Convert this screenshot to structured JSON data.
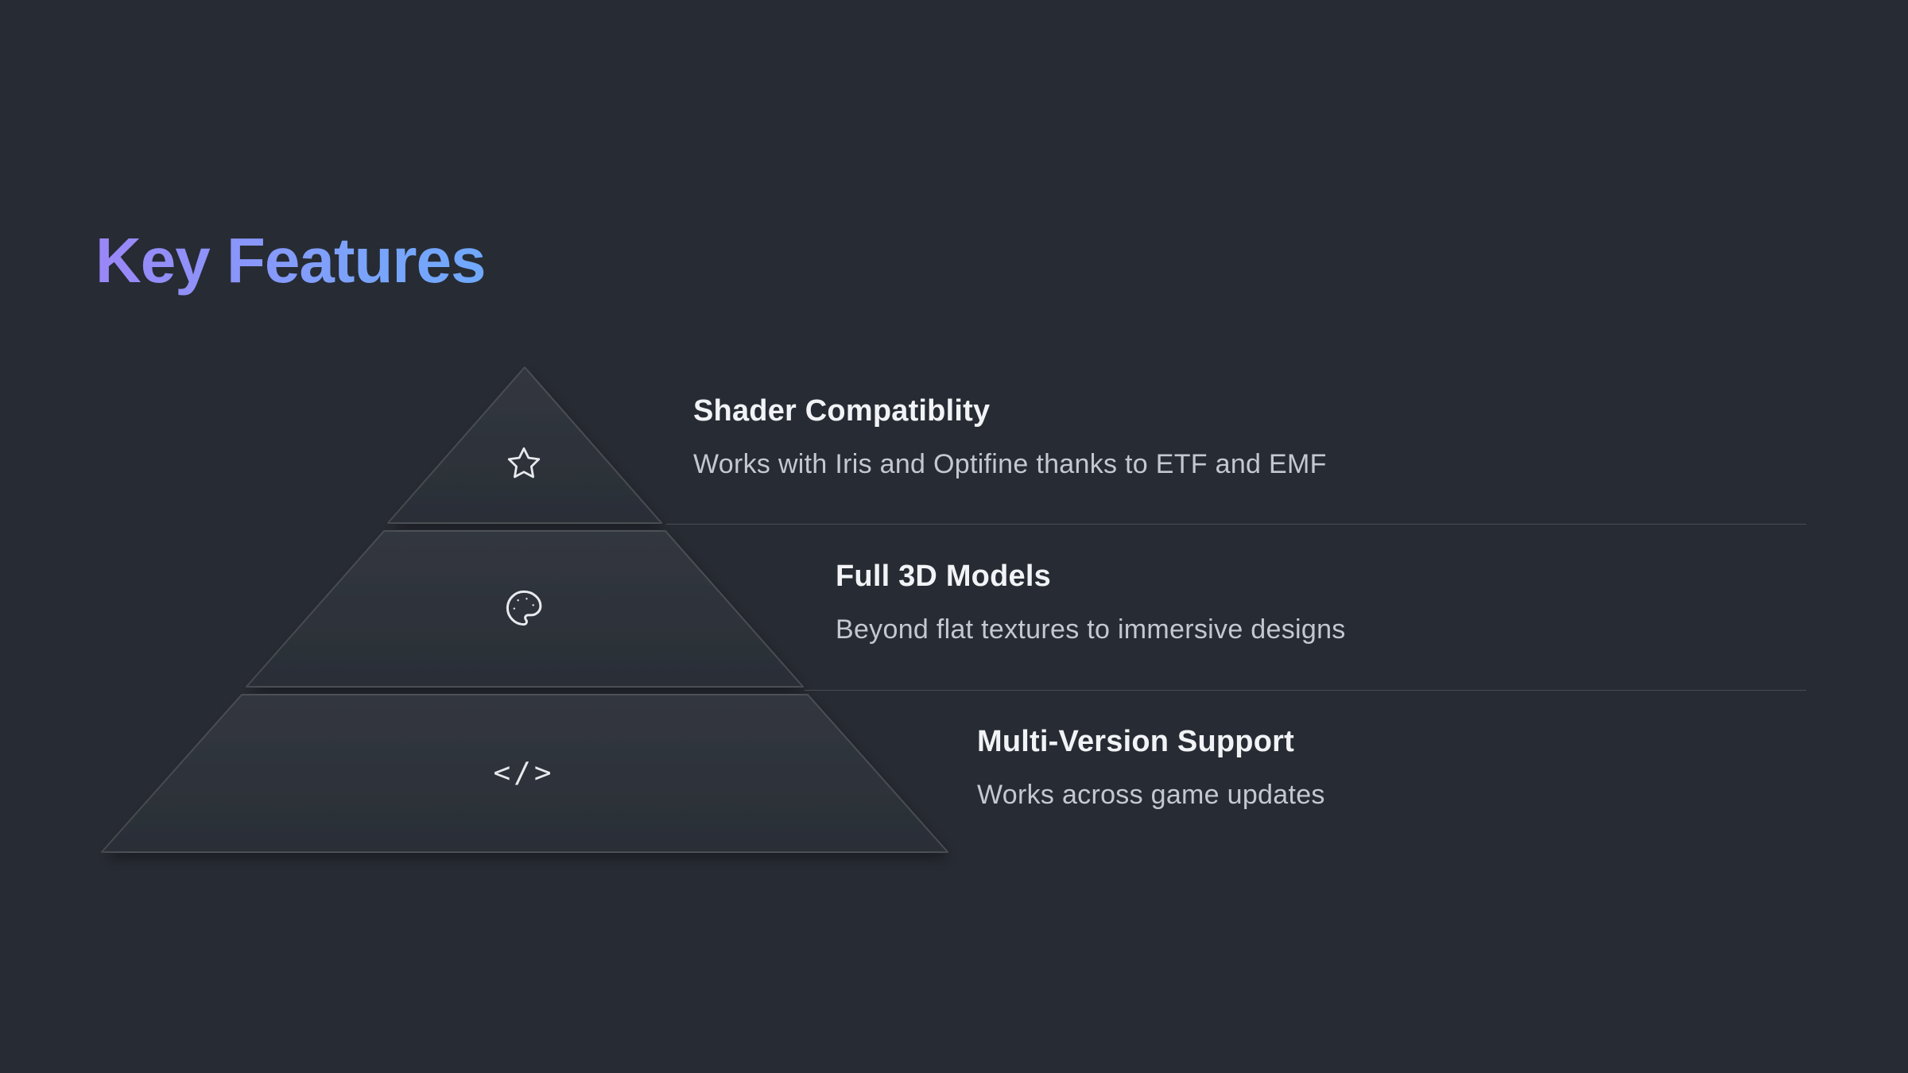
{
  "page": {
    "title": "Key Features",
    "background_color": "#272b33",
    "accent_gradient": [
      "#9b86f7",
      "#6fa8fc"
    ]
  },
  "icons": {
    "code_glyph": "</>"
  },
  "features": [
    {
      "icon": "star-icon",
      "title": "Shader Compatiblity",
      "description": "Works with Iris and Optifine thanks to ETF and EMF"
    },
    {
      "icon": "palette-icon",
      "title": "Full 3D Models",
      "description": "Beyond flat textures to immersive designs"
    },
    {
      "icon": "code-icon",
      "title": "Multi-Version Support",
      "description": "Works across game updates"
    }
  ]
}
